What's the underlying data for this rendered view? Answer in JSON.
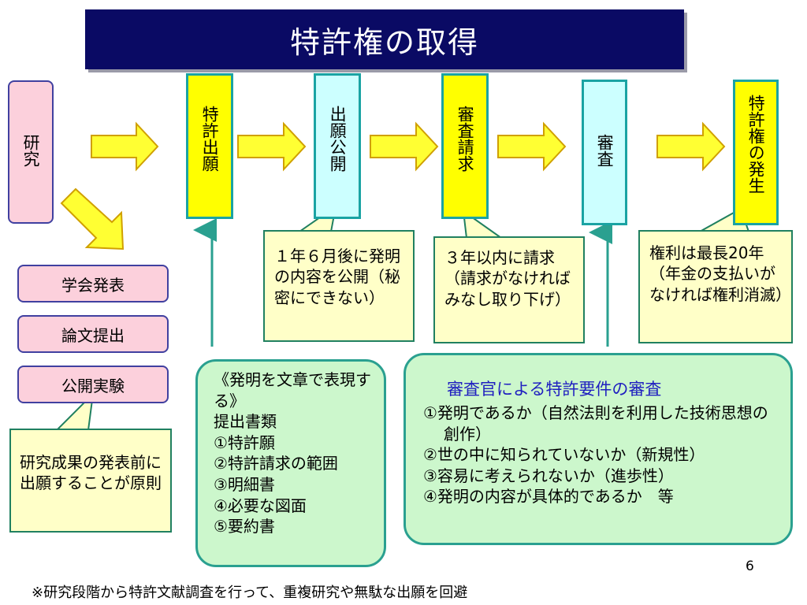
{
  "title": "特許権の取得",
  "flow": {
    "research": "研究",
    "patent_filing": "特許出願",
    "publication": "出願公開",
    "exam_request": "審査請求",
    "examination": "審査",
    "patent_grant": "特許権の発生"
  },
  "activities": [
    "学会発表",
    "論文提出",
    "公開実験"
  ],
  "notes": {
    "publication": "１年６月後に発明の内容を公開（秘密にできない）",
    "exam_request": "３年以内に請求（請求がなければみなし取り下げ）",
    "patent_right": "権利は最長20年（年金の支払いがなければ権利消滅）",
    "principle": "研究成果の発表前に出願することが原則"
  },
  "documents": {
    "heading": "《発明を文章で表現する》",
    "subheading": "提出書類",
    "items": [
      "①特許願",
      "②特許請求の範囲",
      "③明細書",
      "④必要な図面",
      "⑤要約書"
    ]
  },
  "examination": {
    "heading": "審査官による特許要件の審査",
    "items": [
      "①発明であるか（自然法則を利用した技術思想の創作）",
      "②世の中に知られていないか（新規性）",
      "③容易に考えられないか（進歩性）",
      "④発明の内容が具体的であるか　等"
    ]
  },
  "page_number": "6",
  "footnote": "※研究段階から特許文献調査を行って、重複研究や無駄な出願を回避",
  "colors": {
    "title_bg": "#0a0a64",
    "flow_yellow": "#ffff00",
    "flow_cyan": "#ccffff",
    "pink": "#fcd0dc",
    "note_bg": "#ffffc8",
    "green_bg": "#ccf7cc",
    "heading_blue": "#2020c0"
  }
}
